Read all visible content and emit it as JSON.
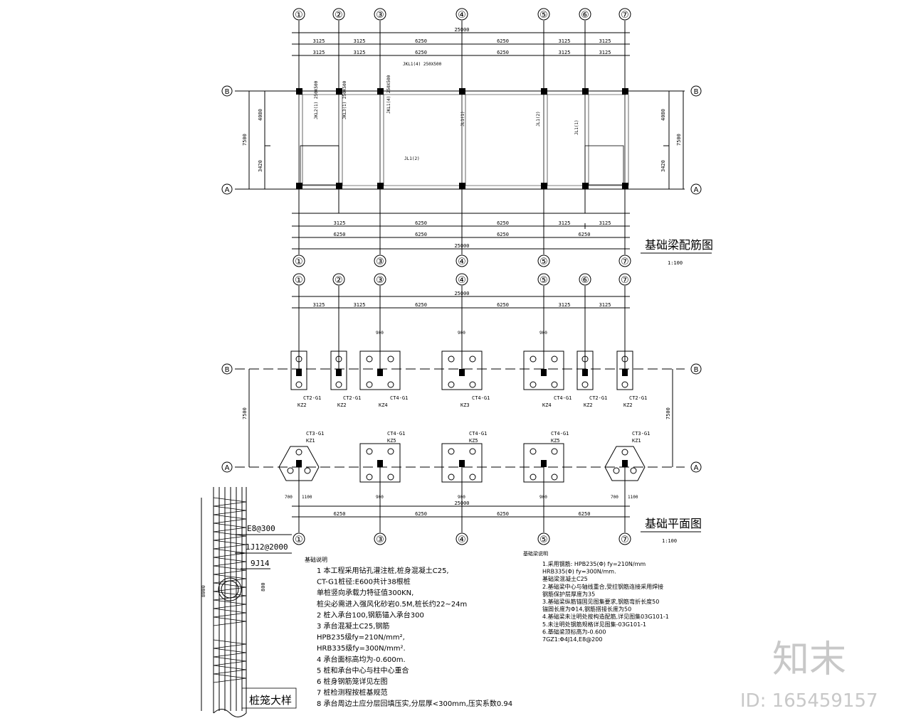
{
  "grid": {
    "top_axes": [
      "①",
      "②",
      "③",
      "④",
      "⑤",
      "⑥",
      "⑦"
    ],
    "row_b": "B",
    "row_a": "A"
  },
  "plan1": {
    "title": "基础梁配筋图",
    "scale": "1:100",
    "top_dims_row1": [
      "3125",
      "3125",
      "6250",
      "6250",
      "3125",
      "3125"
    ],
    "top_dims_row2": [
      "3125",
      "3125",
      "6250",
      "6250",
      "3125",
      "3125"
    ],
    "total": "25000",
    "bottom_dims_row1": [
      "3125",
      "6250",
      "6250",
      "3125",
      "3125"
    ],
    "bottom_dims_row2": [
      "6250",
      "6250",
      "6250",
      "6250"
    ],
    "left_dims": [
      "4080",
      "3420"
    ],
    "left_total": "7500",
    "right_dims": [
      "4080",
      "3420"
    ],
    "right_total": "7500",
    "beam_tags": [
      "JKL1(4) 250X500",
      "JKL2(1) 250X500",
      "JKL3(1) 250X500",
      "JKL1(4) 250X500",
      "JL1(2)",
      "JL1(1)",
      "JL1(2)",
      "JL1(1)"
    ],
    "bottom_axes": [
      "①",
      "③",
      "④",
      "⑤",
      "⑦"
    ]
  },
  "plan2": {
    "title": "基础平面图",
    "scale": "1:100",
    "top_dims": [
      "3125",
      "3125",
      "6250",
      "6250",
      "3125",
      "3125"
    ],
    "total": "25000",
    "bottom_dims": [
      "6250",
      "6250",
      "6250",
      "6250"
    ],
    "left_total": "7500",
    "right_total": "7500",
    "cap_labels_b": [
      "CT2-G1",
      "CT2-G1",
      "CT4-G1",
      "CT4-G1",
      "CT4-G1",
      "CT2-G1",
      "CT2-G1"
    ],
    "col_labels_b": [
      "KZ2",
      "KZ2",
      "KZ4",
      "KZ3",
      "KZ4",
      "KZ2",
      "KZ2"
    ],
    "cap_labels_a": [
      "CT3-G1",
      "CT4-G1",
      "CT4-G1",
      "CT4-G1",
      "CT3-G1"
    ],
    "col_labels_a": [
      "KZ1",
      "KZ5",
      "KZ5",
      "KZ5",
      "KZ1"
    ],
    "dim_900": "900",
    "dim_700": "700",
    "dim_1100": "1100",
    "bottom_axes": [
      "①",
      "③",
      "④",
      "⑤",
      "⑦"
    ]
  },
  "pile_detail": {
    "title": "桩笼大样",
    "label1": "Ε8@300",
    "label2": "1Ј12@2000",
    "label3": "9Ј14",
    "height_dim": "8000",
    "dia_dim": "800"
  },
  "notes_left": {
    "title": "基础说明",
    "lines": [
      "1 本工程采用钻孔灌注桩,桩身混凝土C25,",
      "CT-G1桩径:Ε600共计38根桩",
      "单桩竖向承载力特征值300KN,",
      "桩尖必需进入强风化砂岩0.5M,桩长约22~24m",
      "2 桩入承台100,钢筋锚入承台300",
      "3 承台混凝土C25,钢筋",
      "HPB235级fy=210N/mm²,",
      "HRB335级fy=300N/mm².",
      "4 承台面标高均为-0.600m.",
      "5 桩和承台中心与柱中心重合",
      "6 桩身钢筋笼详见左图",
      "7 桩检测程按桩基规范",
      "8 承台周边土应分层回填压实,分层厚<300mm,压实系数0.94"
    ]
  },
  "notes_right": {
    "title": "基础梁说明",
    "lines": [
      "1.采用钢筋: HPB235(Φ) fy=210N/mm",
      "HRB335(Φ) fy=300N/mm.",
      "基础梁混凝土C25",
      "2.基础梁中心与轴线重合,受拉钢筋连接采用焊接",
      "钢筋保护层厚度为35",
      "3.基础梁纵筋锚固见图集要求,钢筋弯折长度50",
      "锚固长度为Φ14,钢筋搭接长度为50",
      "4.基础梁未注明处按构造配筋,详见图集03G101-1",
      "5.未注明处钢筋规格详见图集-03G101-1",
      "6.基础梁顶标高为-0.600",
      "7GZ1:Φ4Ј14,Ε8@200"
    ]
  },
  "watermark": {
    "logo": "知末",
    "id": "ID: 165459157"
  }
}
